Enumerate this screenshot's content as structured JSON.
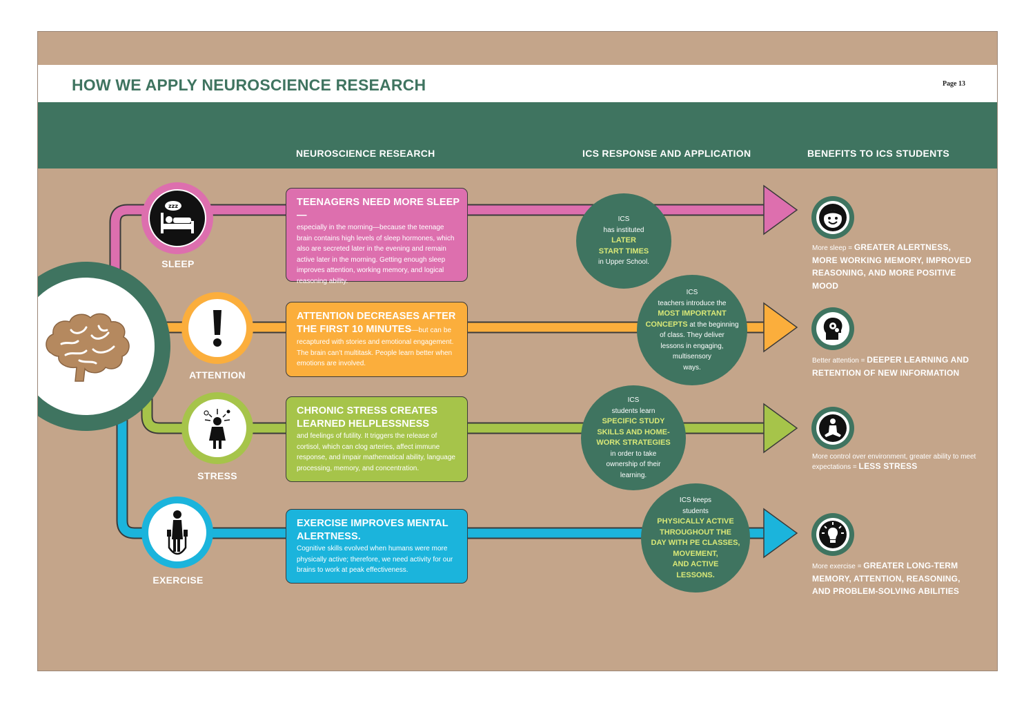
{
  "header": {
    "title": "HOW WE APPLY NEUROSCIENCE RESEARCH",
    "page": "Page 13"
  },
  "columns": {
    "research": "NEUROSCIENCE RESEARCH",
    "response": "ICS RESPONSE AND APPLICATION",
    "benefits": "BENEFITS TO ICS STUDENTS"
  },
  "colors": {
    "green": "#3f7460",
    "tan": "#c4a58a",
    "sleep": "#dd6fae",
    "attention": "#fbae3c",
    "stress": "#a6c44a",
    "exercise": "#1bb4dc",
    "highlight": "#d9e877"
  },
  "hub": {
    "icon": "brain-icon"
  },
  "rows": [
    {
      "label": "SLEEP",
      "icon": "bed-sleep-icon",
      "research_head": "TEENAGERS NEED MORE SLEEP—",
      "research_head_cont": "",
      "research_body": "especially in the morning—because the teenage brain contains high levels of sleep hormones, which also are secreted later in the evening and remain active later in the morning. Getting enough sleep improves attention, working memory, and logical reasoning ability.",
      "response": [
        "ICS",
        "has instituted"
      ],
      "response_hl": [
        "LATER",
        "START TIMES"
      ],
      "response_after": [
        "in Upper School."
      ],
      "benefit_icon": "smiley-face-icon",
      "benefit_lead": "More sleep = ",
      "benefit_bold": "GREATER ALERTNESS, MORE WORKING MEMORY, IMPROVED REASONING, AND MORE POSITIVE MOOD"
    },
    {
      "label": "ATTENTION",
      "icon": "exclamation-icon",
      "research_head": "ATTENTION DECREASES AFTER THE FIRST 10 MINUTES",
      "research_head_cont": "—but can be",
      "research_body": "recaptured with stories and emotional engagement. The brain can’t multitask. People learn better when emotions are involved.",
      "response": [
        "ICS",
        "teachers introduce the"
      ],
      "response_hl": [
        "MOST IMPORTANT"
      ],
      "response_mixed_hl": "CONCEPTS",
      "response_mixed_rest": " at the beginning",
      "response_after": [
        "of class. They deliver",
        "lessons in engaging,",
        "multisensory",
        "ways."
      ],
      "benefit_icon": "head-gear-icon",
      "benefit_lead": "Better attention = ",
      "benefit_bold": "DEEPER LEARNING AND RETENTION OF NEW INFORMATION"
    },
    {
      "label": "STRESS",
      "icon": "stressed-person-icon",
      "research_head": "CHRONIC STRESS CREATES LEARNED HELPLESSNESS",
      "research_head_cont": "",
      "research_body": "and feelings of futility. It triggers the release of cortisol, which can clog arteries, affect immune response, and impair mathematical ability, language processing, memory, and concentration.",
      "response": [
        "ICS",
        "students learn"
      ],
      "response_hl": [
        "SPECIFIC STUDY",
        "SKILLS AND HOME-",
        "WORK STRATEGIES"
      ],
      "response_after": [
        "in order to take",
        "ownership of their",
        "learning."
      ],
      "benefit_icon": "meditation-icon",
      "benefit_lead": "More control over environment, greater ability to meet expectations = ",
      "benefit_bold": "LESS STRESS"
    },
    {
      "label": "EXERCISE",
      "icon": "jump-rope-icon",
      "research_head": "EXERCISE IMPROVES MENTAL ALERTNESS.",
      "research_head_cont": "",
      "research_body": "Cognitive skills evolved when humans were more physically active; therefore, we need activity for our brains to work at peak effectiveness.",
      "response": [
        "ICS keeps",
        "students"
      ],
      "response_hl": [
        "PHYSICALLY ACTIVE",
        "THROUGHOUT THE",
        "DAY WITH PE CLASSES,",
        "MOVEMENT,",
        "AND ACTIVE",
        "LESSONS."
      ],
      "response_after": [],
      "benefit_icon": "lightbulb-icon",
      "benefit_lead": "More exercise = ",
      "benefit_bold": "GREATER LONG-TERM MEMORY, ATTENTION, REASONING, AND PROBLEM-SOLVING ABILITIES"
    }
  ]
}
